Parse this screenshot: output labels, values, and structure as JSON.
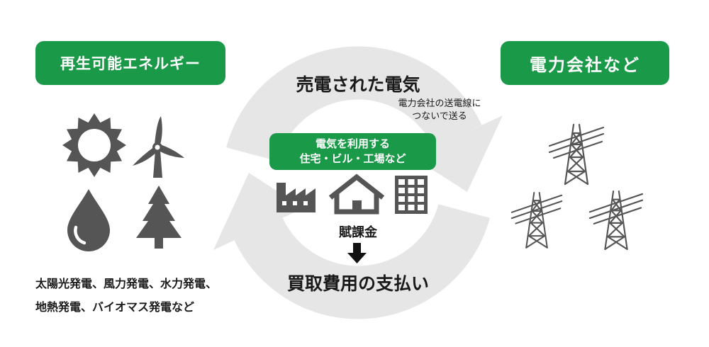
{
  "left_label": "再生可能エネルギー",
  "right_label": "電力会社など",
  "flow_top": "売電された電気",
  "flow_top_note": [
    "電力会社の送電線に",
    "つないで送る"
  ],
  "consumers": [
    "電気を利用する",
    "住宅・ビル・工場など"
  ],
  "levy": "賦課金",
  "flow_bottom": "買取費用の支払い",
  "energy_types": [
    "太陽光発電、風力発電、水力発電、",
    "地熱発電、バイオマス発電など"
  ],
  "colors": {
    "green": "#1a9a48",
    "icon": "#555555",
    "ring": "#e6e6e6",
    "arrow": "#111111"
  },
  "icons": [
    "sun-icon",
    "wind-turbine-icon",
    "water-drop-icon",
    "tree-icon",
    "factory-icon",
    "house-icon",
    "building-icon",
    "down-arrow-icon",
    "transmission-tower-icon"
  ]
}
